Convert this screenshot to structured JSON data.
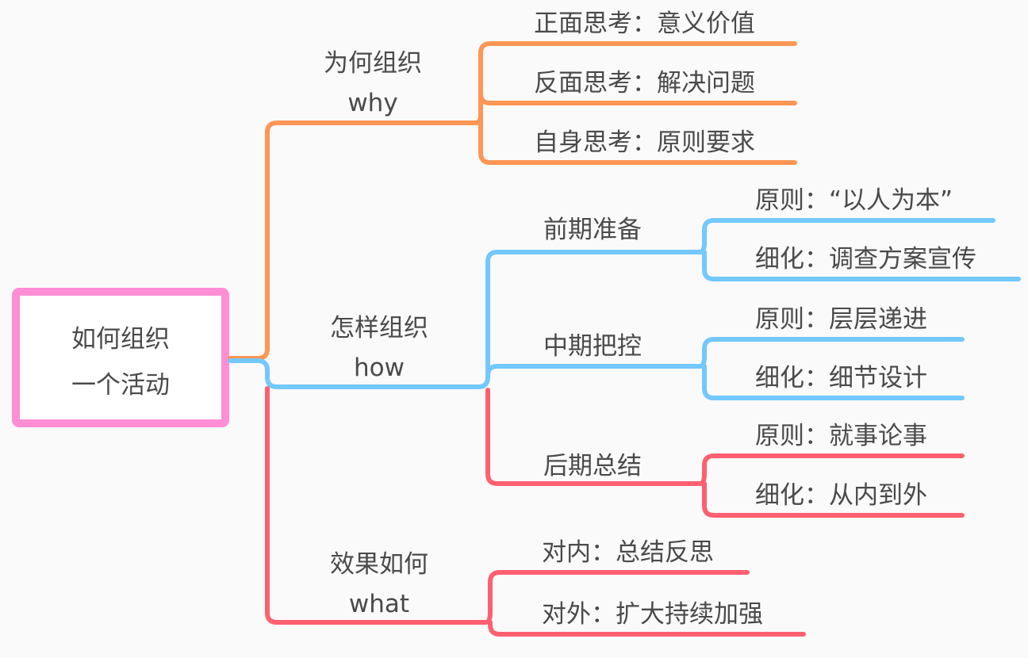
{
  "root": {
    "line1": "如何组织",
    "line2": "一个活动"
  },
  "branches": [
    {
      "title": "为何组织",
      "subtitle": "why",
      "color": "#ff9655",
      "children": [
        {
          "label": "正面思考：意义价值"
        },
        {
          "label": "反面思考：解决问题"
        },
        {
          "label": "自身思考：原则要求"
        }
      ]
    },
    {
      "title": "怎样组织",
      "subtitle": "how",
      "color": "#73c8ff",
      "children": [
        {
          "label": "前期准备",
          "children": [
            {
              "label": "原则：“以人为本”"
            },
            {
              "label": "细化：调查方案宣传"
            }
          ]
        },
        {
          "label": "中期把控",
          "children": [
            {
              "label": "原则：层层递进"
            },
            {
              "label": "细化：细节设计"
            }
          ]
        },
        {
          "label": "后期总结",
          "children": [
            {
              "label": "原则：就事论事"
            },
            {
              "label": "细化：从内到外"
            }
          ]
        }
      ]
    },
    {
      "title": "效果如何",
      "subtitle": "what",
      "color": "#ff6070",
      "children": [
        {
          "label": "对内：总结反思"
        },
        {
          "label": "对外：扩大持续加强"
        }
      ]
    }
  ],
  "colors": {
    "root_border": "#ff8ed4",
    "background": "#fafafa"
  }
}
